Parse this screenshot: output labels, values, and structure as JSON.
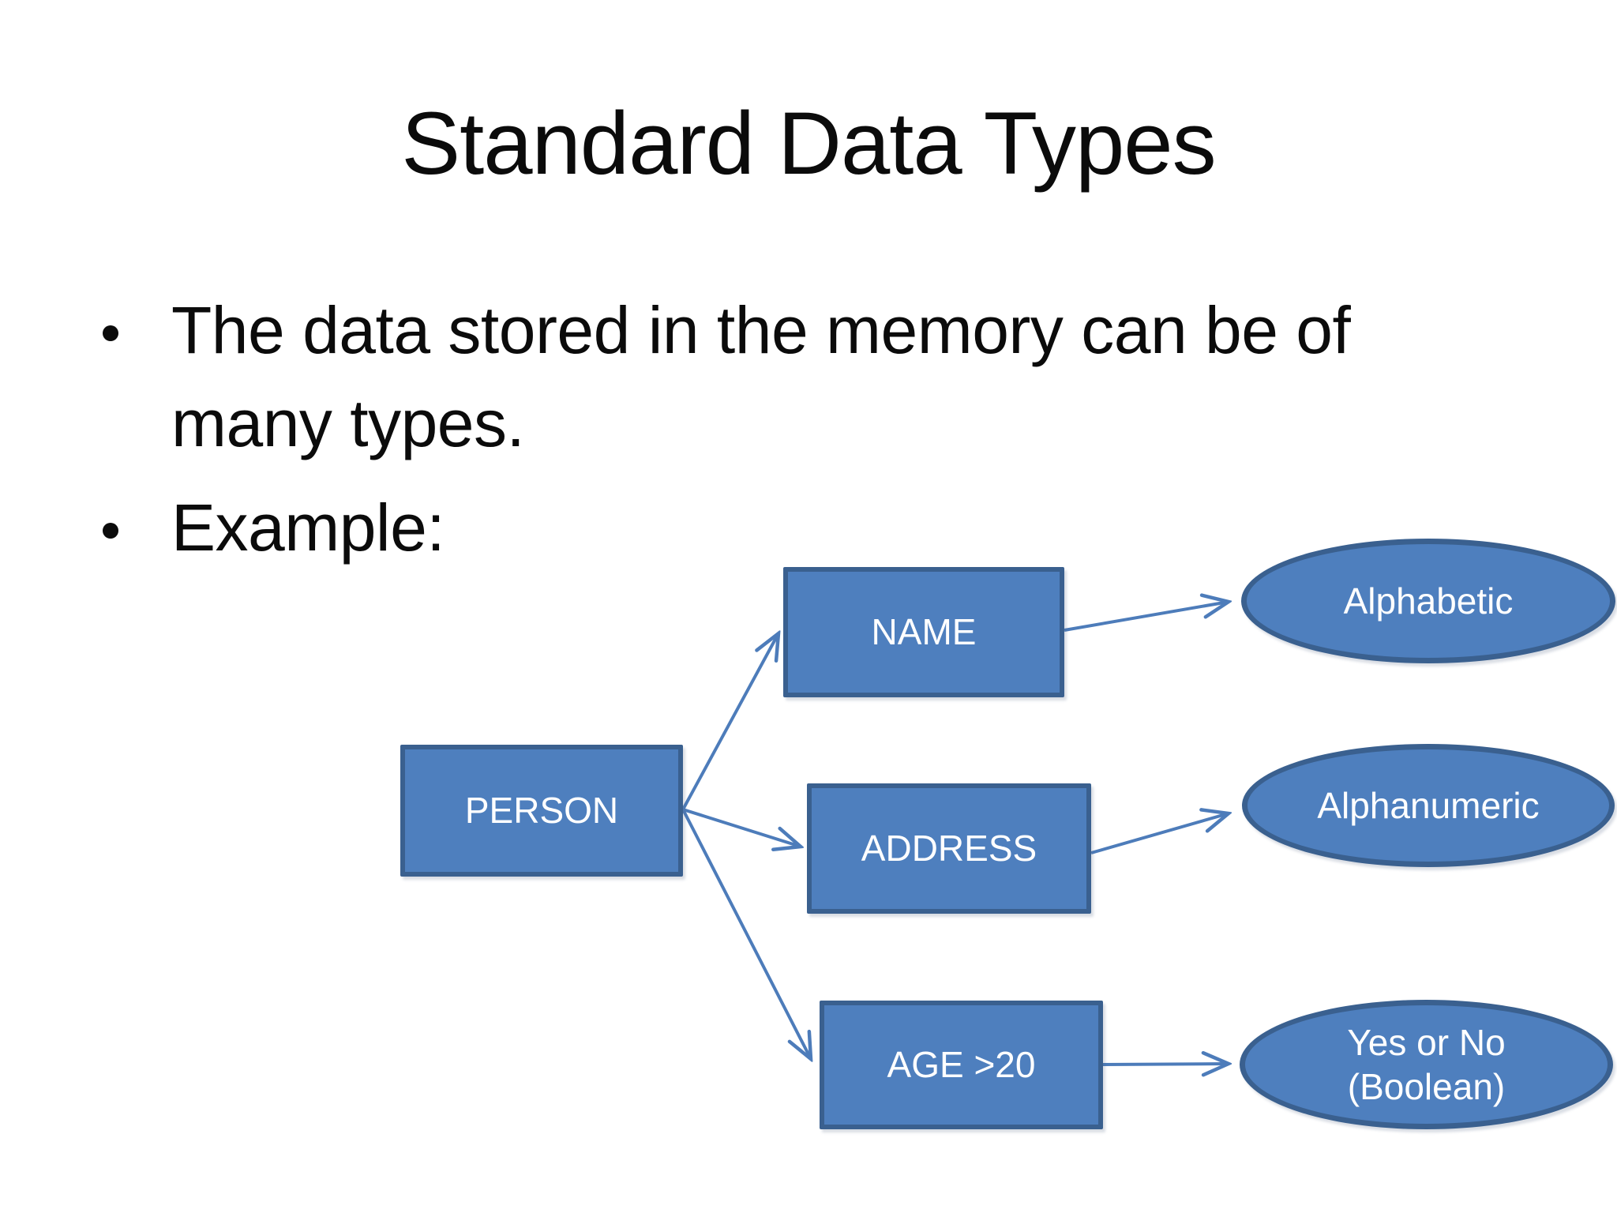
{
  "slide": {
    "title": "Standard Data Types",
    "bullets": [
      {
        "lines": [
          "The data stored in the memory can be of",
          "many types."
        ]
      },
      {
        "lines": [
          "Example:"
        ]
      }
    ]
  },
  "diagram": {
    "nodes": {
      "person": {
        "label": "PERSON"
      },
      "name": {
        "label": "NAME"
      },
      "address": {
        "label": "ADDRESS"
      },
      "age": {
        "label": "AGE >20"
      },
      "alphabetic": {
        "label": "Alphabetic"
      },
      "alphanumeric": {
        "label": "Alphanumeric"
      },
      "boolean": {
        "lines": [
          "Yes or No",
          "(Boolean)"
        ]
      }
    },
    "colors": {
      "shape_fill": "#4e7fbe",
      "shape_border": "#3a608f",
      "arrow": "#4d7cba",
      "shape_text": "#ffffff"
    }
  }
}
